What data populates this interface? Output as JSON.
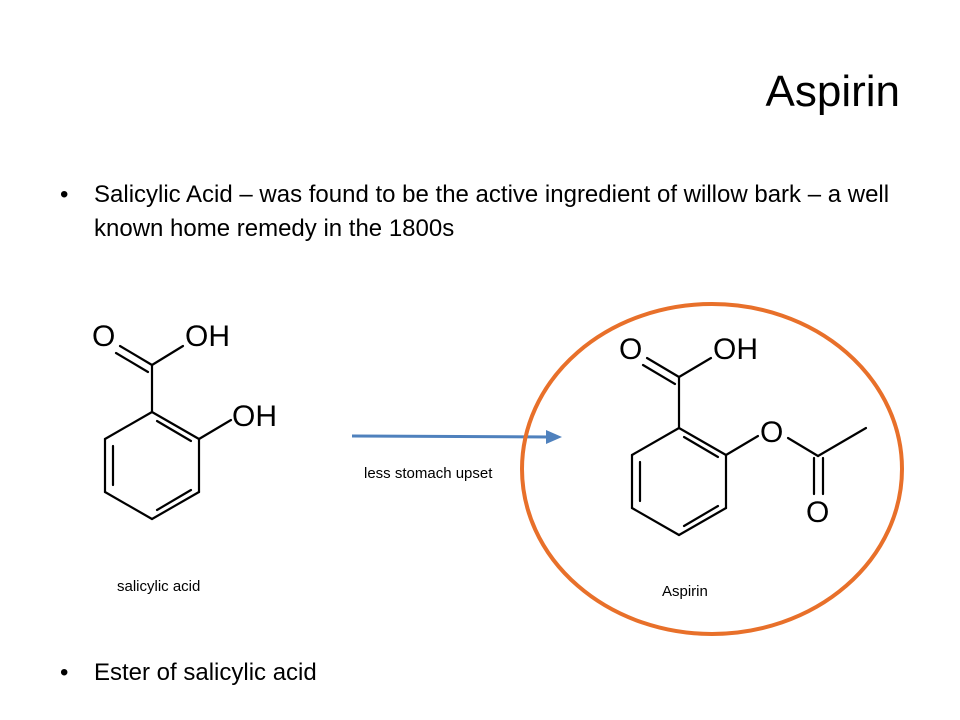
{
  "slide": {
    "title": "Aspirin",
    "bullets": [
      "Salicylic Acid – was found to be the active ingredient of willow bark – a well known home remedy in the 1800s",
      "Ester of salicylic acid"
    ],
    "bullet_symbol": "•"
  },
  "structures": {
    "salicylic": {
      "atom_o_carbonyl": "O",
      "atom_oh_acid": "OH",
      "atom_oh_phenol": "OH",
      "caption": "salicylic acid"
    },
    "aspirin": {
      "atom_o_carbonyl": "O",
      "atom_oh_acid": "OH",
      "atom_o_ester": "O",
      "atom_o_acetyl": "O",
      "caption": "Aspirin"
    }
  },
  "reaction": {
    "arrow_label": "less stomach upset"
  },
  "colors": {
    "arrow": "#4f81bd",
    "highlight_circle": "#e8702a",
    "text": "#000000"
  }
}
